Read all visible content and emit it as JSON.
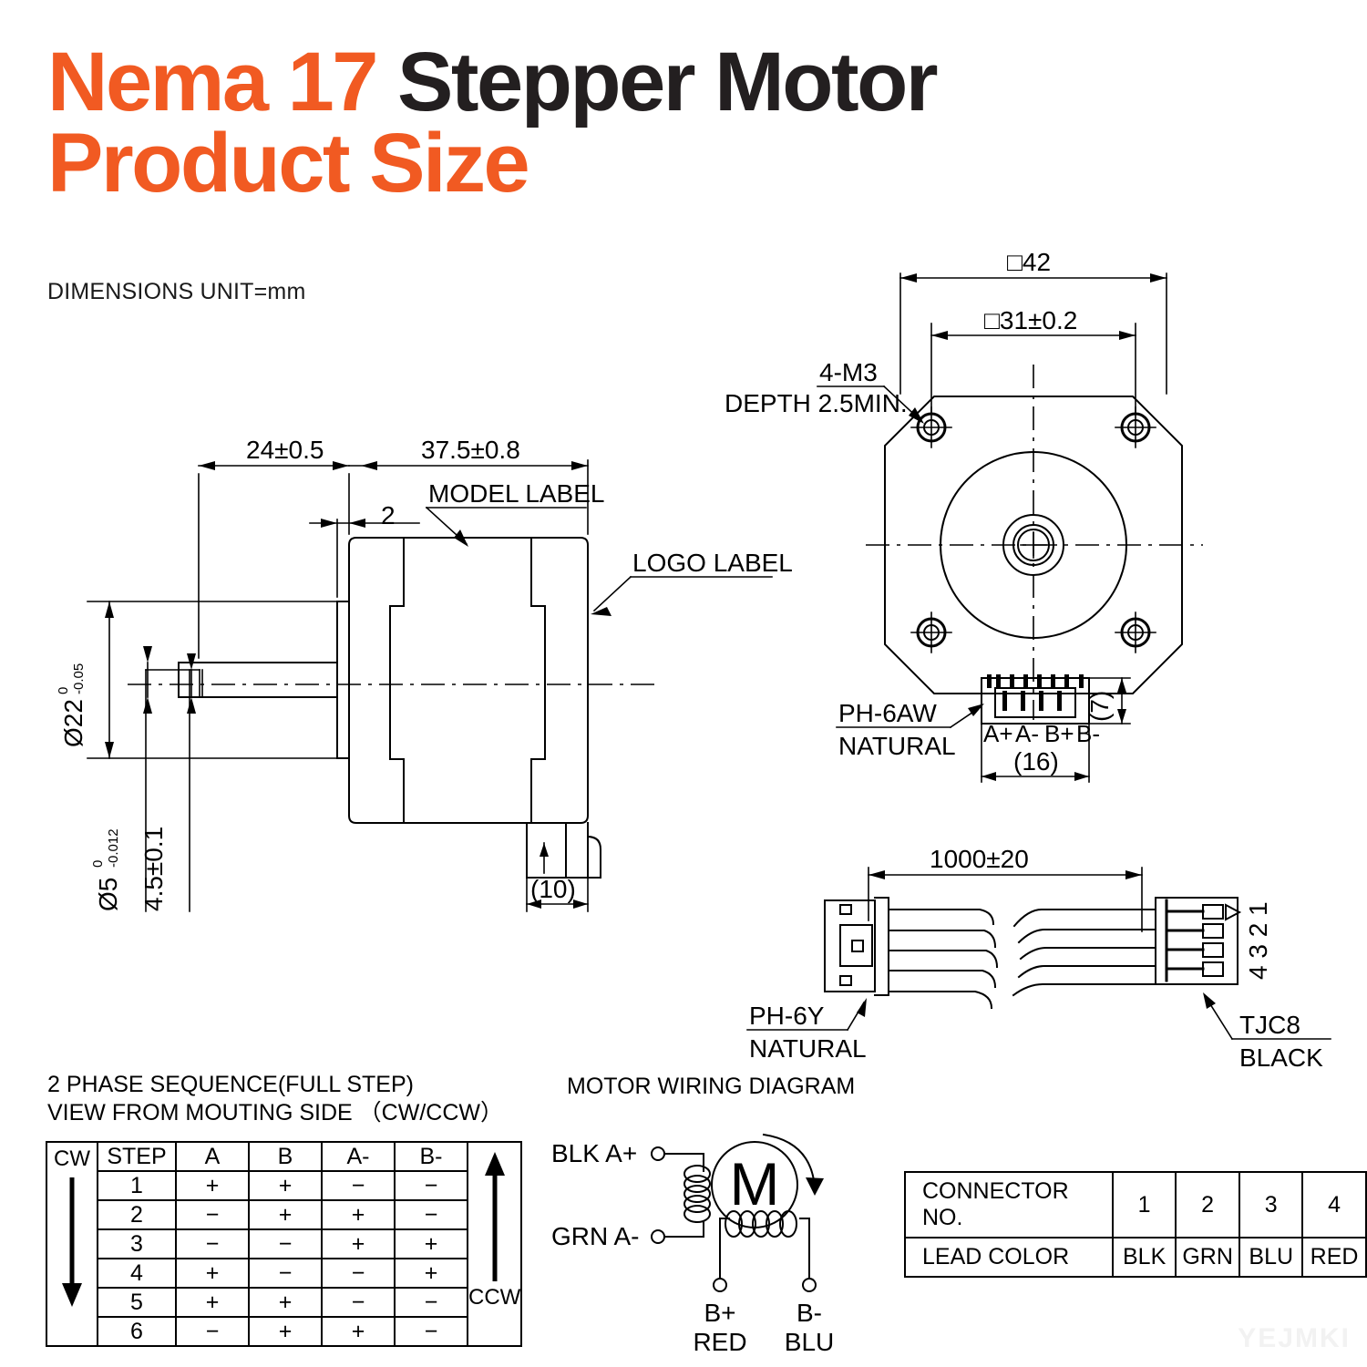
{
  "title": {
    "line1_highlight": "Nema 17 ",
    "line1_rest": "Stepper Motor",
    "line2": "Product Size",
    "accent_color": "#f15a22",
    "text_color": "#231f20"
  },
  "units_note": "DIMENSIONS UNIT=mm",
  "side_view": {
    "dims": {
      "shaft_length": "24±0.5",
      "body_length": "37.5±0.8",
      "boss_height": "2",
      "boss_dia": "Ø22",
      "boss_tol_upper": "0",
      "boss_tol_lower": "-0.05",
      "shaft_dia": "Ø5",
      "shaft_tol_upper": "0",
      "shaft_tol_lower": "-0.012",
      "flat_dim": "4.5±0.1",
      "connector_width": "(10)"
    },
    "labels": {
      "model_label": "MODEL LABEL",
      "logo_label": "LOGO LABEL"
    }
  },
  "front_view": {
    "dims": {
      "body_square": "□42",
      "bolt_circle": "□31±0.2",
      "connector_width": "(16)",
      "connector_height": "(7)"
    },
    "labels": {
      "thread_line1": "4-M3",
      "thread_line2": "DEPTH 2.5MIN.",
      "connector_line1": "PH-6AW",
      "connector_line2": "NATURAL"
    },
    "pin_labels": [
      "A+",
      "A-",
      "B+",
      "B-"
    ]
  },
  "cable_view": {
    "dims": {
      "length": "1000±20"
    },
    "left_connector": {
      "line1": "PH-6Y",
      "line2": "NATURAL"
    },
    "right_connector": {
      "line1": "TJC8",
      "line2": "BLACK"
    },
    "pin_numbers": "4 3 2 1"
  },
  "phase_sequence": {
    "caption_line1": "2 PHASE SEQUENCE(FULL STEP)",
    "caption_line2": "VIEW FROM MOUTING SIDE （CW/CCW）",
    "cw_label": "CW",
    "ccw_label": "CCW",
    "headers": [
      "STEP",
      "A",
      "B",
      "A-",
      "B-"
    ],
    "rows": [
      [
        "1",
        "+",
        "+",
        "−",
        "−"
      ],
      [
        "2",
        "−",
        "+",
        "+",
        "−"
      ],
      [
        "3",
        "−",
        "−",
        "+",
        "+"
      ],
      [
        "4",
        "+",
        "−",
        "−",
        "+"
      ],
      [
        "5",
        "+",
        "+",
        "−",
        "−"
      ],
      [
        "6",
        "−",
        "+",
        "+",
        "−"
      ]
    ]
  },
  "wiring_diagram": {
    "caption": "MOTOR WIRING  DIAGRAM",
    "terminal_a_plus": "BLK  A+",
    "terminal_a_minus": "GRN  A-",
    "terminal_b_plus_1": "B+",
    "terminal_b_plus_2": "RED",
    "terminal_b_minus_1": "B-",
    "terminal_b_minus_2": "BLU",
    "motor_symbol": "M"
  },
  "connector_table": {
    "row1_label": "CONNECTOR NO.",
    "row1_values": [
      "1",
      "2",
      "3",
      "4"
    ],
    "row2_label": "LEAD COLOR",
    "row2_values": [
      "BLK",
      "GRN",
      "BLU",
      "RED"
    ]
  },
  "watermark": "YEJMKI"
}
